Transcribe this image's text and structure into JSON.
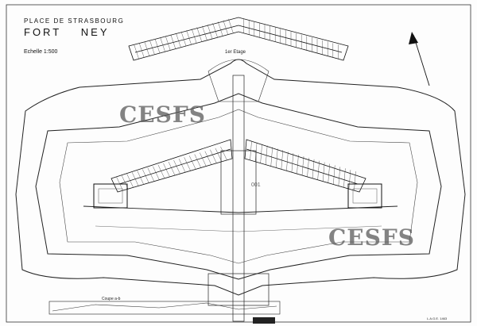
{
  "title": {
    "place": "PLACE DE STRASBOURG",
    "fort": "FORT",
    "name": "NEY",
    "scale": "Echelle 1:500"
  },
  "labels": {
    "floor": "1er Etage",
    "section": "Coupe a-b",
    "sheet_ref": "L.A.G.E. 1463",
    "room": "001"
  },
  "watermark": [
    "CESFS",
    "CESFS"
  ],
  "colors": {
    "ink": "#111111",
    "paper": "#fdfdfd",
    "watermark": "#5a5a5a"
  }
}
